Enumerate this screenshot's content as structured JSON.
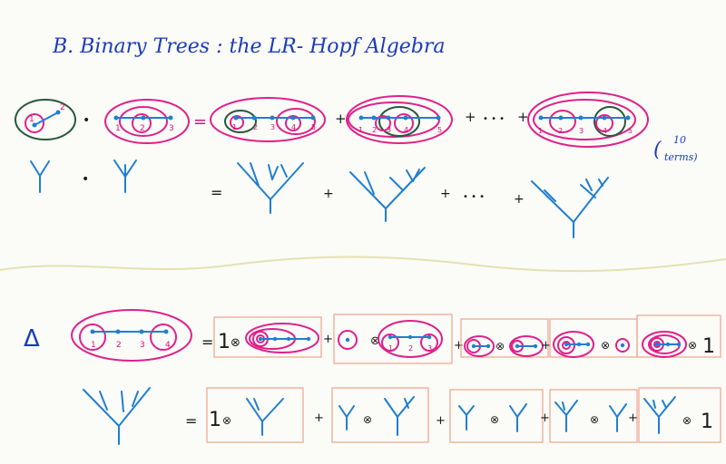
{
  "title": "B.  Binary Trees  :  the  LR- Hopf  Algebra",
  "section1": {
    "dot_op": "•",
    "equals": "=",
    "plus": "+",
    "ellipsis": "• • •",
    "terms_count": "10",
    "terms_word": "terms)",
    "paren_open": "(",
    "labels_left": [
      "1",
      "2"
    ],
    "labels_right": [
      "1",
      "2",
      "3"
    ],
    "labels_r1": [
      "1",
      "2",
      "3",
      "4",
      "5"
    ],
    "labels_r2": [
      "1",
      "2",
      "3",
      "4",
      "5"
    ],
    "labels_r3": [
      "1",
      "2",
      "3",
      "4",
      "5"
    ]
  },
  "section2": {
    "delta": "Δ",
    "equals": "=",
    "plus": "+",
    "one": "1",
    "tensor": "⊗",
    "labels_main": [
      "1",
      "2",
      "3",
      "4"
    ],
    "labels_t2": [
      "1",
      "2",
      "3"
    ]
  },
  "colors": {
    "title_ink": "#1a3bbd",
    "tree_ink": "#1f7fd1",
    "circle_pink": "#e0208a",
    "circle_green": "#27583c",
    "box_orange": "#f0a38a",
    "divider": "#e4e2b0"
  }
}
